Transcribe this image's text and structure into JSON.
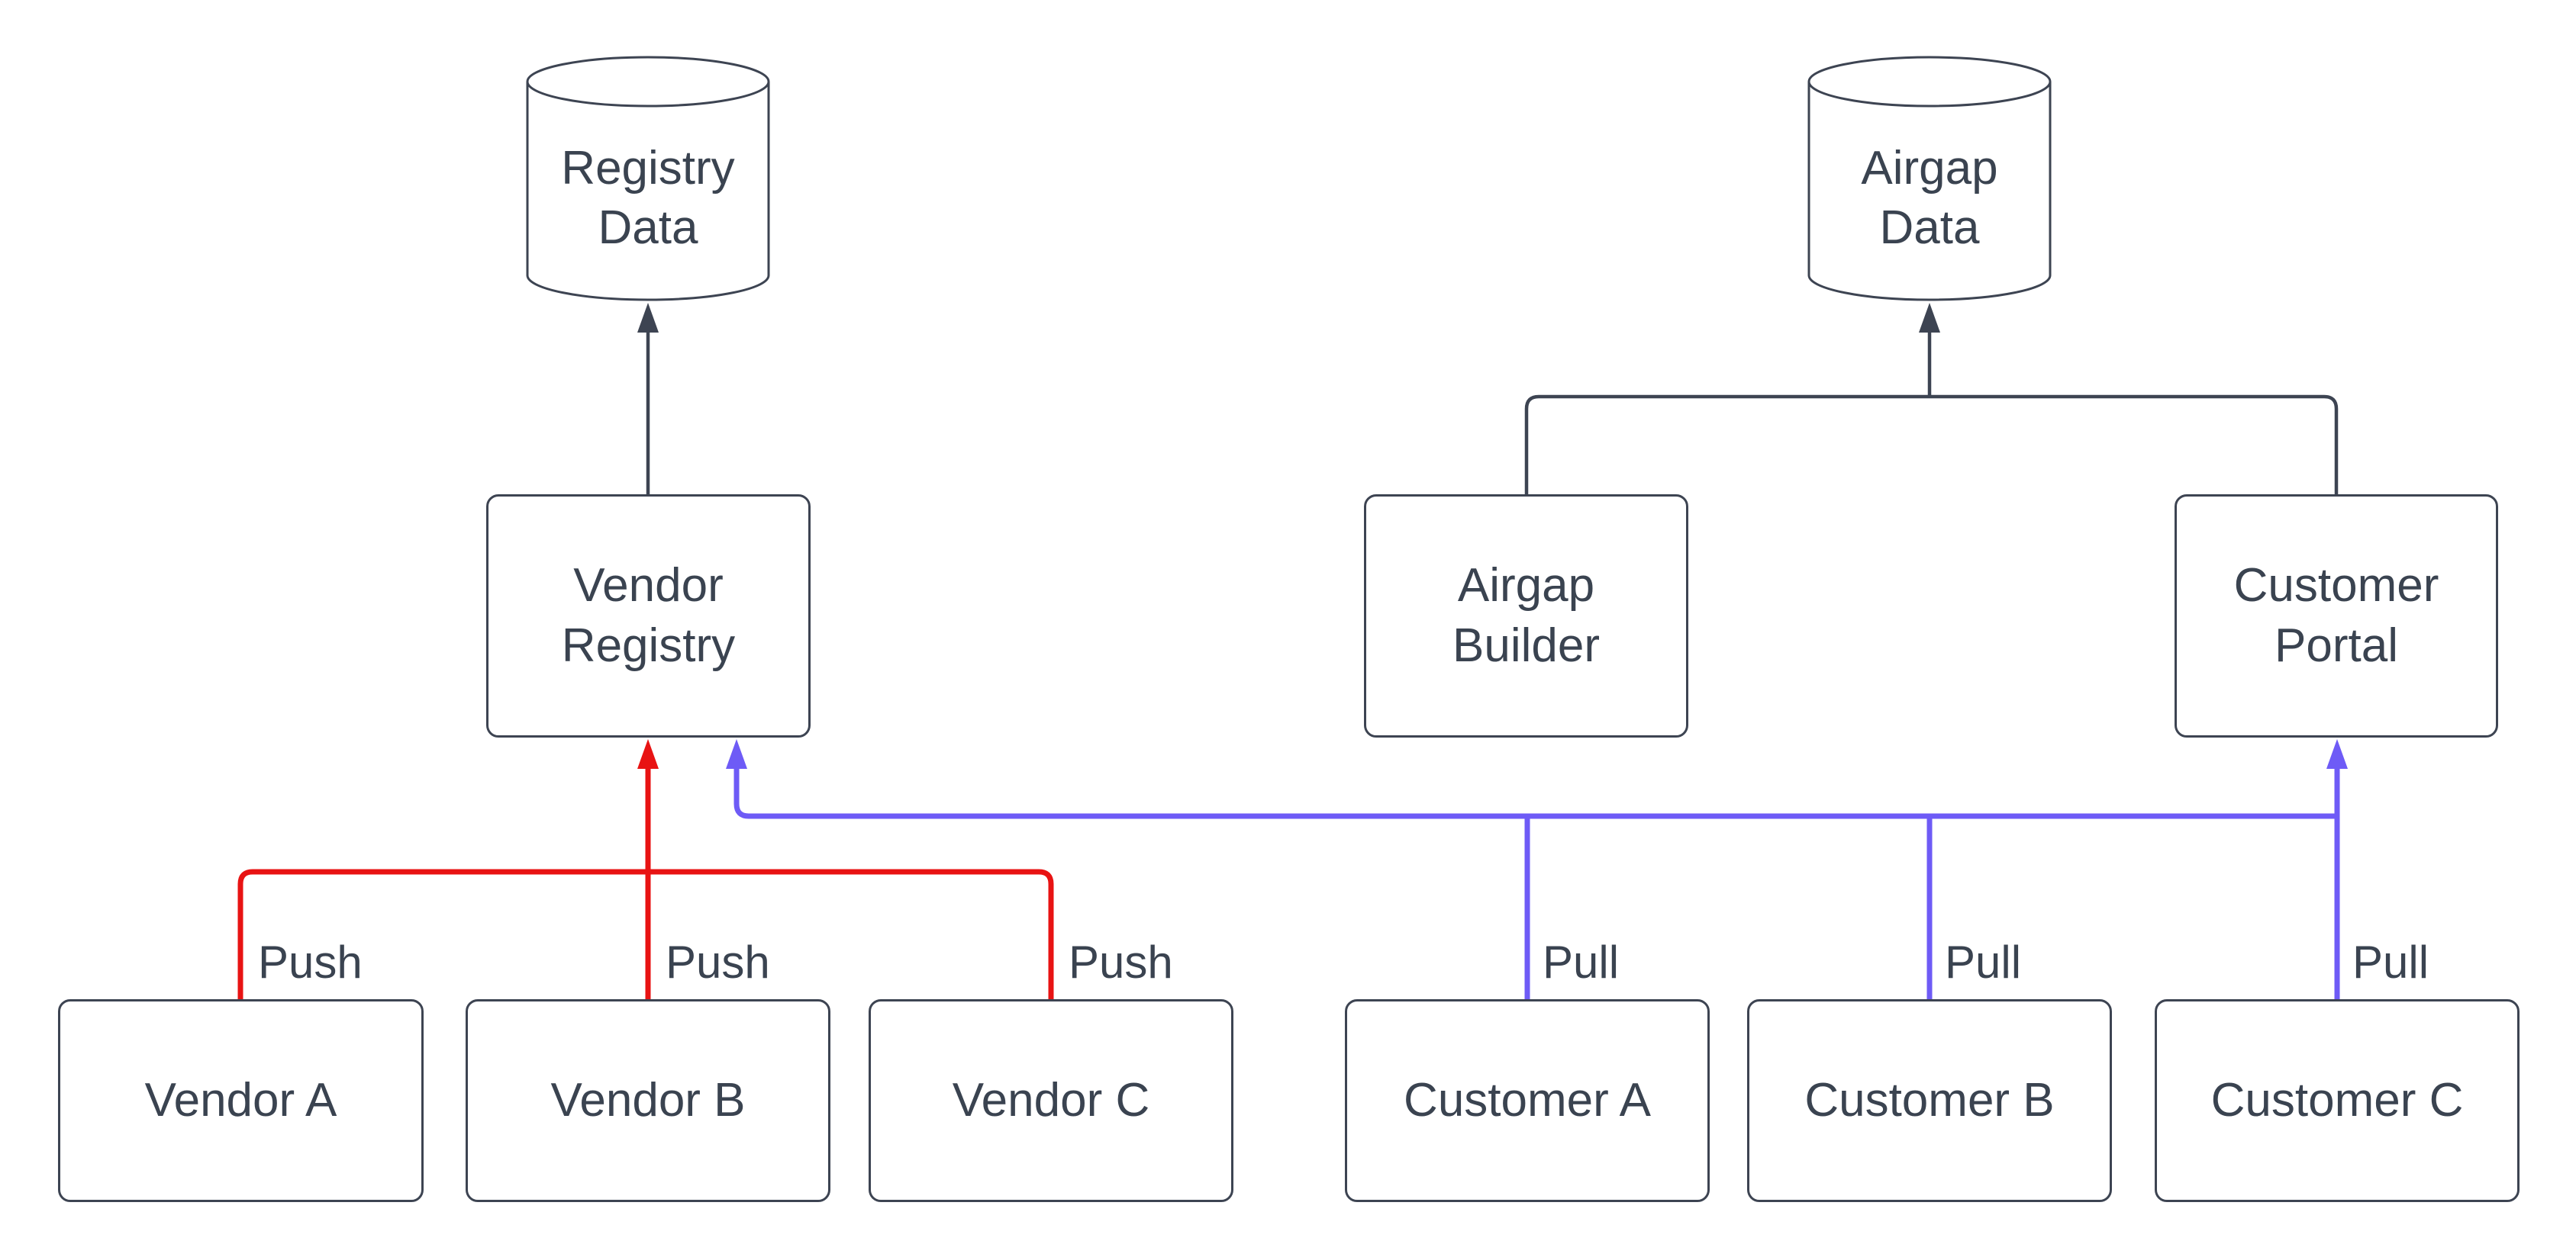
{
  "diagram": {
    "colors": {
      "outline": "#3d4452",
      "text": "#3a4350",
      "flow": "#3d4452",
      "push": "#e81313",
      "pull": "#6e5bf6",
      "background": "#ffffff"
    },
    "nodes": {
      "registry_data": {
        "type": "database",
        "line1": "Registry",
        "line2": "Data"
      },
      "airgap_data": {
        "type": "database",
        "line1": "Airgap",
        "line2": "Data"
      },
      "vendor_registry": {
        "type": "process",
        "line1": "Vendor",
        "line2": "Registry"
      },
      "airgap_builder": {
        "type": "process",
        "line1": "Airgap",
        "line2": "Builder"
      },
      "customer_portal": {
        "type": "process",
        "line1": "Customer",
        "line2": "Portal"
      },
      "vendor_a": {
        "type": "process",
        "label": "Vendor A"
      },
      "vendor_b": {
        "type": "process",
        "label": "Vendor B"
      },
      "vendor_c": {
        "type": "process",
        "label": "Vendor C"
      },
      "customer_a": {
        "type": "process",
        "label": "Customer A"
      },
      "customer_b": {
        "type": "process",
        "label": "Customer B"
      },
      "customer_c": {
        "type": "process",
        "label": "Customer C"
      }
    },
    "edge_labels": {
      "vendor_a_push": "Push",
      "vendor_b_push": "Push",
      "vendor_c_push": "Push",
      "customer_a_pull": "Pull",
      "customer_b_pull": "Pull",
      "customer_c_pull": "Pull"
    }
  }
}
